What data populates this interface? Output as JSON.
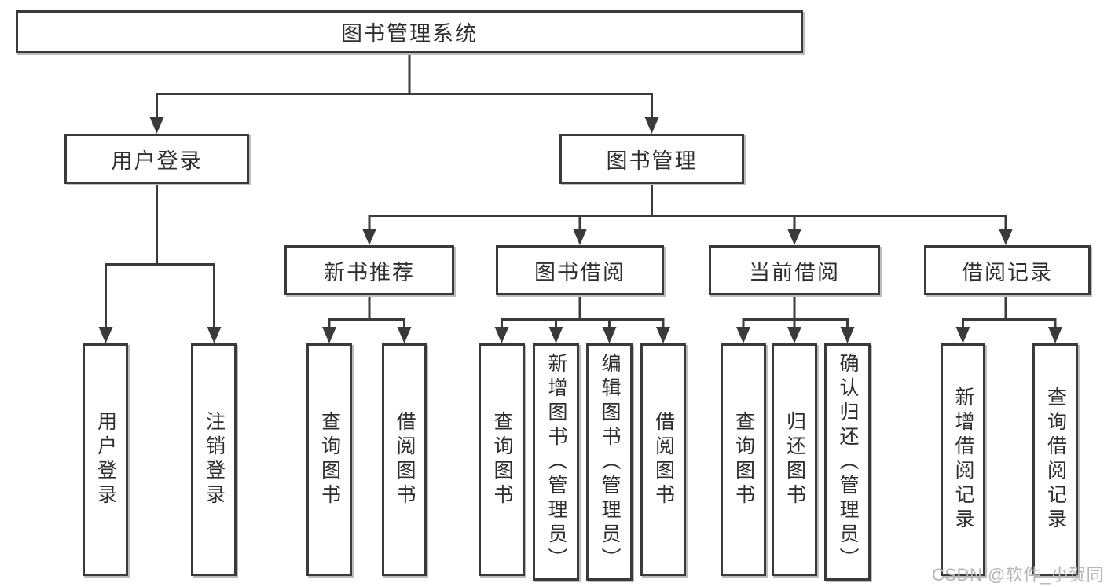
{
  "tree": {
    "root": {
      "label": "图书管理系统"
    },
    "login": {
      "label": "用户登录",
      "children": [
        {
          "label": "用户登录"
        },
        {
          "label": "注销登录"
        }
      ]
    },
    "mgmt": {
      "label": "图书管理",
      "children": [
        {
          "label": "新书推荐",
          "children": [
            {
              "label": "查询图书"
            },
            {
              "label": "借阅图书"
            }
          ]
        },
        {
          "label": "图书借阅",
          "children": [
            {
              "label": "查询图书"
            },
            {
              "label": "新增图书（管理员）"
            },
            {
              "label": "编辑图书（管理员）"
            },
            {
              "label": "借阅图书"
            }
          ]
        },
        {
          "label": "当前借阅",
          "children": [
            {
              "label": "查询图书"
            },
            {
              "label": "归还图书"
            },
            {
              "label": "确认归还（管理员）"
            }
          ]
        },
        {
          "label": "借阅记录",
          "children": [
            {
              "label": "新增借阅记录"
            },
            {
              "label": "查询借阅记录"
            }
          ]
        }
      ]
    }
  },
  "watermark": {
    "text": "CSDN @软件_小贺同学"
  },
  "colors": {
    "line": "#3a3a3a",
    "text": "#2e2e2e",
    "watermark": "#b5b5b5",
    "background": "#ffffff"
  }
}
